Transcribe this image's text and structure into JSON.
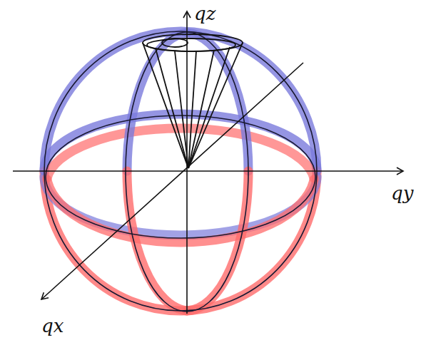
{
  "diagram": {
    "labels": [
      "qz",
      "qy",
      "qx"
    ]
  }
}
